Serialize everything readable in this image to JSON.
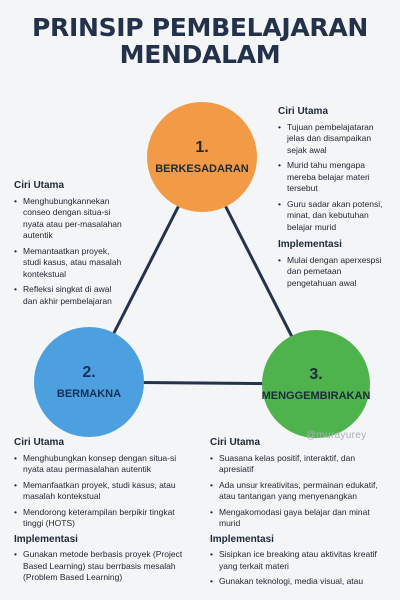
{
  "title": {
    "line1": "PRINSIP PEMBELAJARAN",
    "line2": "MENDALAM"
  },
  "colors": {
    "triangle": "#24324c",
    "circle1": "#f29a45",
    "circle2": "#4da0df",
    "circle3": "#4fb34d"
  },
  "nodes": [
    {
      "number": "1.",
      "label": "BERKESADARAN"
    },
    {
      "number": "2.",
      "label": "BERMAKNA"
    },
    {
      "number": "3.",
      "label": "MENGGEMBIRAKAN"
    }
  ],
  "berkesadaran": {
    "ciri_heading": "Ciri Utama",
    "ciri": [
      "Tujuan pembelajataran jelas dan disampaikan sejak awal",
      "Murid tahu mengapa mereba belajar materi tersebut",
      "Guru sadar akan potensi, minat, dan kebutuhan belajar murid"
    ],
    "impl_heading": "Implementasi",
    "impl": [
      "Mulai dengan aperxespsi dan pemetaan pengetahuan awal"
    ]
  },
  "left_side": {
    "ciri_heading": "Ciri Utama",
    "ciri": [
      "Menghubungkannekan conseo dengan situa-si nyata atau per-masalahan autentik",
      "Memantaatkan proyek, studi kasus, atau masalah kontekstual",
      "Refleksi singkat di awal dan akhir pembelajaran"
    ]
  },
  "bermakna": {
    "ciri_heading": "Ciri Utama",
    "ciri": [
      "Menghubungkan konsep dengan situa-si nyata atau permasalahan autentik",
      "Memanfaatkan proyek, studi kasus, atau masalah kontekstual",
      "Mendorong keterampilan berpikir tingkat tinggi (HOTS)"
    ],
    "impl_heading": "Implementasi",
    "impl": [
      "Gunakan metode berbasis proyek (Project Based Learning) stau berrbasis mesalah (Problem Based Learning)"
    ]
  },
  "menggembirakan": {
    "ciri_heading": "Ciri Utama",
    "ciri": [
      "Suasana kelas positif, interaktif, dan apresiatif",
      "Ada unsur kreativitas, permainan edukatif, atau tantangan yang menyenangkan",
      "Mengakomodasi gaya belajar dan minat murid"
    ],
    "impl_heading": "Implementasi",
    "impl": [
      "Sisipkan ice breaking atau aktivitas kreatif yang terkait materi",
      "Gunakan teknologi, media visual, atau"
    ]
  },
  "watermark": "@murayurey"
}
